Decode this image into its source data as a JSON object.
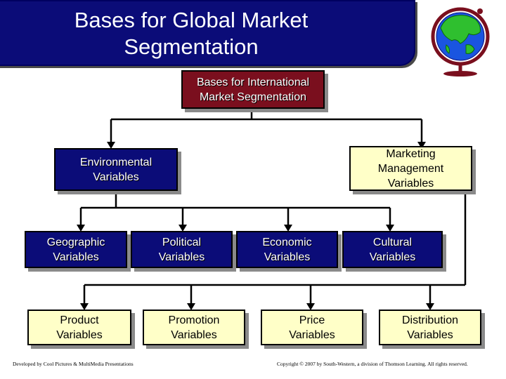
{
  "title": "Bases for Global Market\nSegmentation",
  "root": {
    "label": "Bases for International\nMarket Segmentation",
    "color": "#7a0f1e"
  },
  "environmental": {
    "label": "Environmental\nVariables"
  },
  "marketing": {
    "label": "Marketing\nManagement\nVariables"
  },
  "environmental_children": [
    {
      "label": "Geographic\nVariables"
    },
    {
      "label": "Political\nVariables"
    },
    {
      "label": "Economic\nVariables"
    },
    {
      "label": "Cultural\nVariables"
    }
  ],
  "marketing_children": [
    {
      "label": "Product\nVariables"
    },
    {
      "label": "Promotion\nVariables"
    },
    {
      "label": "Price\nVariables"
    },
    {
      "label": "Distribution\nVariables"
    }
  ],
  "footer": {
    "left": "Developed by Cool Pictures & MultiMedia Presentations",
    "right": "Copyright © 2007 by South-Western, a division of Thomson Learning. All rights reserved."
  },
  "colors": {
    "navy": "#0b0c78",
    "maroon": "#7a0f1e",
    "yellow": "#ffffc8"
  },
  "icons": {
    "globe": "globe-icon"
  }
}
